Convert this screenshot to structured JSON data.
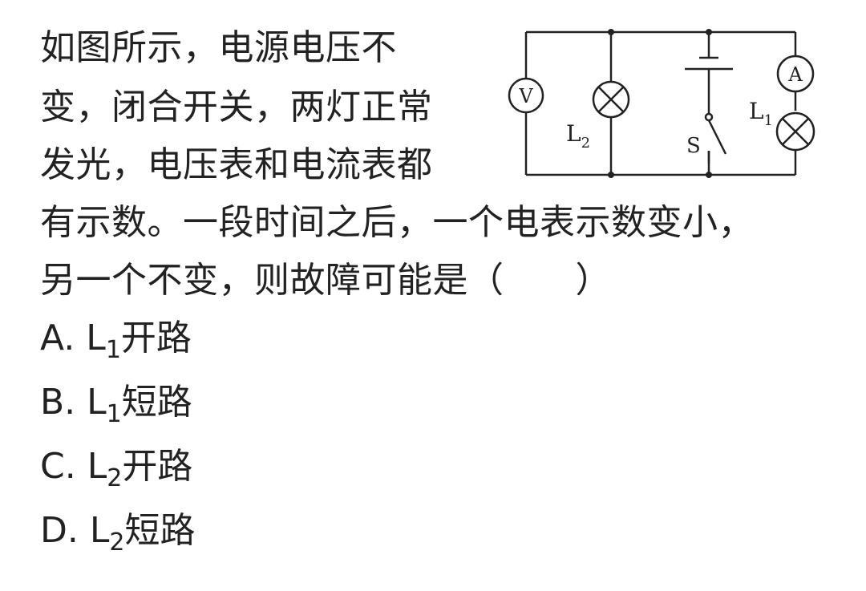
{
  "question": {
    "lines": [
      "如图所示，电源电压不",
      "变，闭合开关，两灯正常",
      "发光，电压表和电流表都",
      "有示数。一段时间之后，一个电表示数变小，",
      "另一个不变，则故障可能是（　　）"
    ]
  },
  "options": [
    {
      "prefix": "A. L",
      "sub": "1",
      "suffix": "开路"
    },
    {
      "prefix": "B. L",
      "sub": "1",
      "suffix": "短路"
    },
    {
      "prefix": "C. L",
      "sub": "2",
      "suffix": "开路"
    },
    {
      "prefix": "D. L",
      "sub": "2",
      "suffix": "短路"
    }
  ],
  "circuit": {
    "voltmeter_symbol": "V",
    "ammeter_symbol": "A",
    "lamp1_label": "L",
    "lamp1_sub": "1",
    "lamp2_label": "L",
    "lamp2_sub": "2",
    "switch_label": "S"
  }
}
